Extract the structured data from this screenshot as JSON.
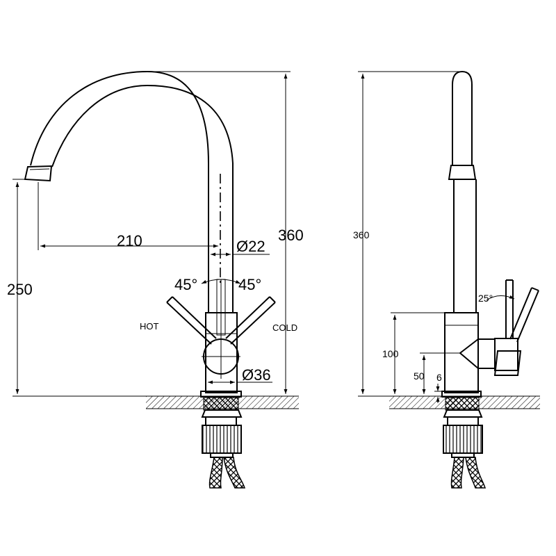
{
  "front_view": {
    "dim_spout_reach": "210",
    "dim_total_height": "360",
    "dim_spout_height": "250",
    "dim_pipe_diameter": "Ø22",
    "dim_body_diameter": "Ø36",
    "angle_left": "45°",
    "angle_right": "45°",
    "label_hot": "HOT",
    "label_cold": "COLD"
  },
  "side_view": {
    "dim_total_height": "360",
    "dim_handle_height": "100",
    "dim_outlet_height": "50",
    "dim_base": "6",
    "angle_handle": "25°"
  }
}
